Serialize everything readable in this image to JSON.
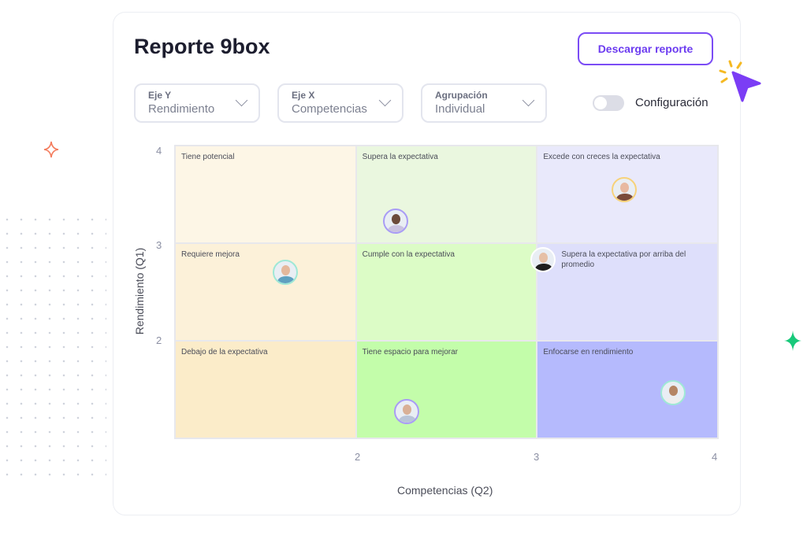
{
  "header": {
    "title": "Reporte 9box",
    "download_label": "Descargar reporte"
  },
  "filters": [
    {
      "label": "Eje Y",
      "value": "Rendimiento"
    },
    {
      "label": "Eje X",
      "value": "Competencias"
    },
    {
      "label": "Agrupación",
      "value": "Individual"
    }
  ],
  "config": {
    "label": "Configuración",
    "enabled": false
  },
  "colors": {
    "accent": "#6c3cf0",
    "sparkle_orange": "#f47b5c",
    "sparkle_green": "#18c97a",
    "cursor": "#7b3df5"
  },
  "chart_data": {
    "type": "scatter",
    "xlabel": "Competencias (Q2)",
    "ylabel": "Rendimiento (Q1)",
    "xlim": [
      1,
      4
    ],
    "ylim": [
      1,
      4
    ],
    "x_ticks": [
      "2",
      "3",
      "4"
    ],
    "y_ticks": [
      "4",
      "3",
      "2"
    ],
    "cells": [
      {
        "label": "Tiene potencial",
        "color": "#fdf6e6"
      },
      {
        "label": "Supera la expectativa",
        "color": "#eaf7df"
      },
      {
        "label": "Excede con creces la expectativa",
        "color": "#e9e9fb"
      },
      {
        "label": "Requiere mejora",
        "color": "#fcf1d9"
      },
      {
        "label": "Cumple con la expectativa",
        "color": "#dcfcc6"
      },
      {
        "label": "Supera la expectativa por arriba del promedio",
        "color": "#dedffb"
      },
      {
        "label": "Debajo de la expectativa",
        "color": "#fbecc9"
      },
      {
        "label": "Tiene espacio para mejorar",
        "color": "#c3fdaa"
      },
      {
        "label": "Enfocarse en rendimiento",
        "color": "#b5bafd"
      }
    ],
    "points": [
      {
        "x": 2.22,
        "y": 3.22,
        "ring": "#a99cf5",
        "skin": "#6b4a3a",
        "shirt": "#c9c2e0"
      },
      {
        "x": 3.48,
        "y": 3.54,
        "ring": "#f7d27a",
        "skin": "#e8b9a0",
        "shirt": "#7a4a3a"
      },
      {
        "x": 1.61,
        "y": 2.7,
        "ring": "#9fe8d6",
        "skin": "#e4b89c",
        "shirt": "#5fa0c0"
      },
      {
        "x": 3.03,
        "y": 2.83,
        "ring": "#ffffff",
        "skin": "#e6c0a6",
        "shirt": "#1e1e1e"
      },
      {
        "x": 2.28,
        "y": 1.28,
        "ring": "#a99cf5",
        "skin": "#d9b096",
        "shirt": "#b8c4d8"
      },
      {
        "x": 3.75,
        "y": 1.47,
        "ring": "#9fe8d6",
        "skin": "#b58564",
        "shirt": "#eeeeee"
      }
    ]
  }
}
